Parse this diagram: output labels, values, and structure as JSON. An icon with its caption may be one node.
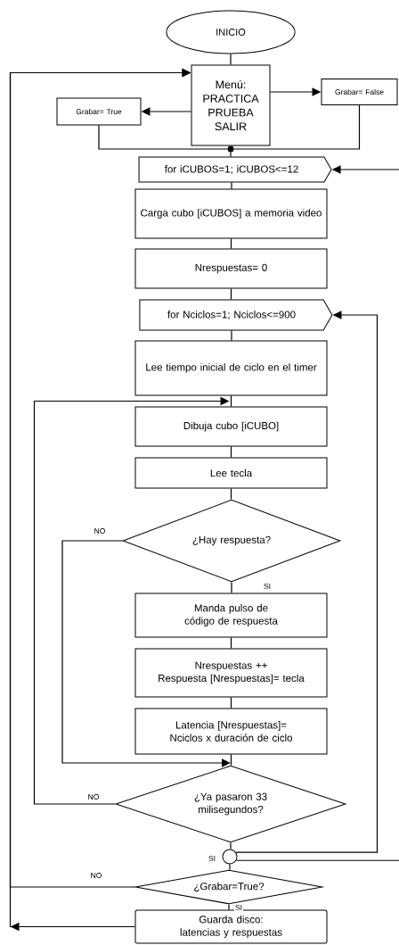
{
  "diagram": {
    "nodes": [
      {
        "text": [
          "INICIO"
        ]
      },
      {
        "text": [
          "Menú: PRACTICA PRUEBA SALIR"
        ]
      },
      {
        "text": [
          "Grabar= True"
        ]
      },
      {
        "text": [
          "Grabar= False"
        ]
      },
      {
        "text": [],
        "shape": "circle"
      },
      {
        "text": [
          "for iCUBOS=1; iCUBOS<=12"
        ]
      },
      {
        "text": [
          "Carga cubo [iCUBOS] a memoria video"
        ]
      },
      {
        "text": [
          "Nrespuestas= 0"
        ]
      },
      {
        "text": [
          "for Nciclos=1; Nciclos<=900"
        ]
      },
      {
        "text": [
          "Lee tiempo inicial de ciclo en el timer"
        ]
      },
      {
        "text": [
          "Dibuja cubo [iCUBO]"
        ]
      },
      {
        "text": [
          "Lee tecla"
        ]
      },
      {
        "text": [
          "¿Hay respuesta?"
        ]
      },
      {
        "text": [
          "Manda pulso de código de respuesta"
        ]
      },
      {
        "text": [
          "Nrespuestas ++",
          "Respuesta [Nrespuestas]= tecla"
        ]
      },
      {
        "text": [
          "Latencia [Nrespuestas]= Nciclos x duración de ciclo"
        ]
      },
      {
        "text": [
          "¿Ya pasaron 33 milisegundos?"
        ]
      },
      {
        "text": [],
        "shape": "circle"
      },
      {
        "text": [
          "¿Grabar=True?"
        ]
      },
      {
        "text": [
          "Guarda disco: latencias y respuestas"
        ]
      }
    ],
    "edges": [
      {
        "from": 0,
        "to": 1,
        "arrow": "none"
      },
      {
        "from": 1,
        "to": 2,
        "arrow": "to"
      },
      {
        "from": 1,
        "to": 3,
        "arrow": "to"
      },
      {
        "from": 2,
        "to": 4,
        "arrow": "none"
      },
      {
        "from": 3,
        "to": 4,
        "arrow": "none"
      },
      {
        "from": 4,
        "to": 5,
        "arrow": "none"
      },
      {
        "from": 5,
        "to": 6,
        "arrow": "none"
      },
      {
        "from": 6,
        "to": 7,
        "arrow": "none"
      },
      {
        "from": 7,
        "to": 8,
        "arrow": "none"
      },
      {
        "from": 8,
        "to": 9,
        "arrow": "none"
      },
      {
        "from": 9,
        "to": 10,
        "arrow": "none"
      },
      {
        "from": 10,
        "to": 11,
        "arrow": "none"
      },
      {
        "from": 11,
        "to": 12,
        "arrow": "none"
      },
      {
        "from": 12,
        "to": 13,
        "arrow": "none",
        "label": "SI"
      },
      {
        "from": 13,
        "to": 14,
        "arrow": "none"
      },
      {
        "from": 14,
        "to": 15,
        "arrow": "none"
      },
      {
        "from": 15,
        "to": 16,
        "arrow": "none"
      },
      {
        "from": 12,
        "to": 16,
        "arrow": "to",
        "label": "NO"
      },
      {
        "from": 16,
        "to": 10,
        "arrow": "to",
        "label": "NO"
      },
      {
        "from": 16,
        "to": 17,
        "arrow": "none",
        "label": "SI"
      },
      {
        "from": 17,
        "to": 8,
        "arrow": "to"
      },
      {
        "from": 17,
        "to": 5,
        "arrow": "to"
      },
      {
        "from": 17,
        "to": 18,
        "arrow": "none"
      },
      {
        "from": 18,
        "to": 19,
        "arrow": "none",
        "label": "SI"
      },
      {
        "from": 18,
        "to": 1,
        "arrow": "to",
        "label": "NO"
      },
      {
        "from": 19,
        "to": 1,
        "arrow": "to"
      }
    ]
  }
}
